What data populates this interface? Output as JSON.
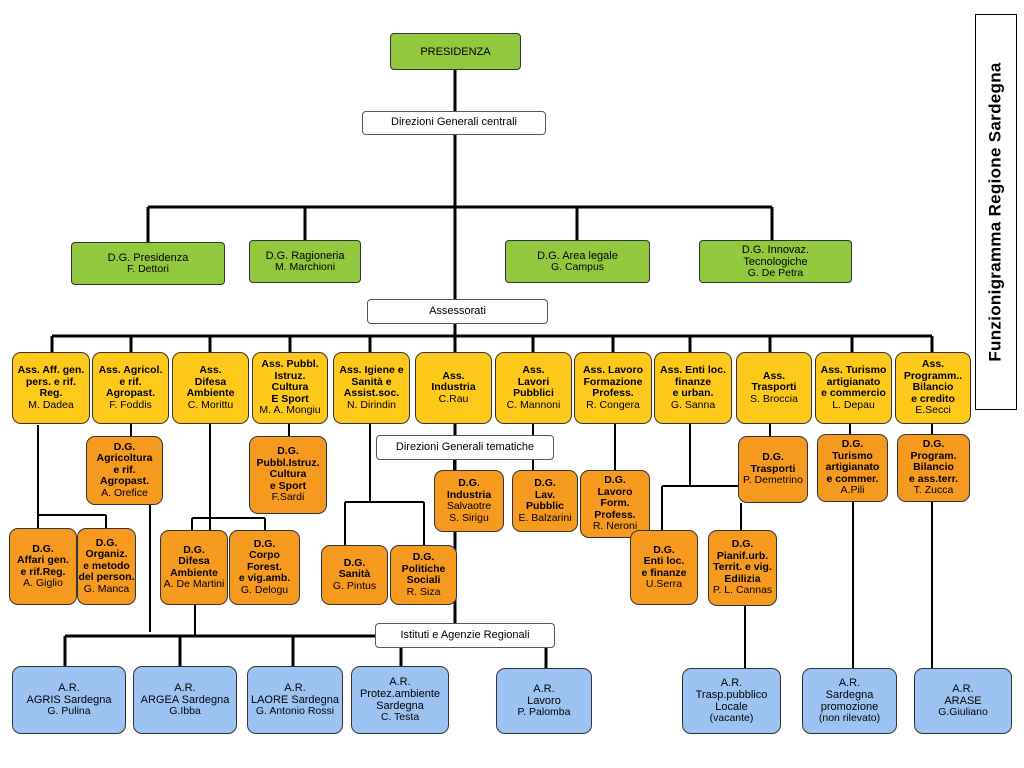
{
  "title": "Funzionigramma Regione Sardegna",
  "presidenza": "PRESIDENZA",
  "labels": {
    "dg_centrali": "Direzioni Generali centrali",
    "assessorati": "Assessorati",
    "dg_tematiche": "Direzioni Generali tematiche",
    "istituti": "Istituti e Agenzie Regionali"
  },
  "dg_centrali": [
    {
      "title": "D.G. Presidenza",
      "name": "F. Dettori"
    },
    {
      "title": "D.G. Ragioneria",
      "name": "M. Marchioni"
    },
    {
      "title": "D.G. Area legale",
      "name": "G. Campus"
    },
    {
      "title": "D.G. Innovaz.\nTecnologiche",
      "name": "G. De Petra"
    }
  ],
  "assessorati": [
    {
      "title": "Ass. Aff. gen.\npers. e rif.\nReg.",
      "name": "M. Dadea"
    },
    {
      "title": "Ass. Agricol.\ne rif.\nAgropast.",
      "name": "F. Foddis"
    },
    {
      "title": "Ass.\nDifesa\nAmbiente",
      "name": "C. Morittu"
    },
    {
      "title": "Ass. Pubbl.\nIstruz.\nCultura\nE Sport",
      "name": "M. A. Mongiu"
    },
    {
      "title": "Ass. Igiene e\nSanità e\nAssist.soc.",
      "name": "N. Dirindin"
    },
    {
      "title": "Ass.\nIndustria",
      "name": "C.Rau"
    },
    {
      "title": "Ass.\nLavori\nPubblici",
      "name": "C. Mannoni"
    },
    {
      "title": "Ass. Lavoro\nFormazione\nProfess.",
      "name": "R. Congera"
    },
    {
      "title": "Ass. Enti loc.\nfinanze\ne urban.",
      "name": "G. Sanna"
    },
    {
      "title": "Ass.\nTrasporti",
      "name": "S. Broccia"
    },
    {
      "title": "Ass. Turismo\nartigianato\ne commercio",
      "name": "L. Depau"
    },
    {
      "title": "Ass.\nProgramm..\nBilancio\ne credito",
      "name": "E.Secci"
    }
  ],
  "dg_tematiche": [
    {
      "title": "D.G.\nAgricoltura\ne rif.\nAgropast.",
      "name": "A. Orefice"
    },
    {
      "title": "D.G.\nPubbl.Istruz.\nCultura\ne Sport",
      "name": "F.Sardi"
    },
    {
      "title": "D.G.\nIndustria",
      "name": "Salvaotre\nS. Sirigu"
    },
    {
      "title": "D.G.\nLav.\nPubblic",
      "name": "E. Balzarini"
    },
    {
      "title": "D.G.\nLavoro\nForm.\nProfess.",
      "name": "R. Neroni"
    },
    {
      "title": "D.G.\nTrasporti",
      "name": "P. Demetrino"
    },
    {
      "title": "D.G.\nTurismo\nartigianato\ne commer.",
      "name": "A.Pili"
    },
    {
      "title": "D.G.\nProgram.\nBilancio\ne ass.terr.",
      "name": "T. Zucca"
    },
    {
      "title": "D.G.\nAffari gen.\ne rif.Reg.",
      "name": "A. Giglio"
    },
    {
      "title": "D.G.\nOrganiz.\ne metodo\ndel person.",
      "name": "G. Manca"
    },
    {
      "title": "D.G.\nDifesa\nAmbiente",
      "name": "A. De Martini"
    },
    {
      "title": "D.G.\nCorpo\nForest.\ne vig.amb.",
      "name": "G. Delogu"
    },
    {
      "title": "D.G.\nSanità",
      "name": "G. Pintus"
    },
    {
      "title": "D.G.\nPolitiche\nSociali",
      "name": "R. Siza"
    },
    {
      "title": "D.G.\nEnti loc.\ne finanze",
      "name": "U.Serra"
    },
    {
      "title": "D.G.\nPianif.urb.\nTerrit. e vig.\nEdilizia",
      "name": "P. L. Cannas"
    }
  ],
  "agenzie": [
    {
      "title": "A.R.\nAGRIS Sardegna",
      "name": "G. Pulina"
    },
    {
      "title": "A.R.\nARGEA Sardegna",
      "name": "G.Ibba"
    },
    {
      "title": "A.R.\nLAORE Sardegna",
      "name": "G. Antonio Rossi"
    },
    {
      "title": "A.R.\nProtez.ambiente\nSardegna",
      "name": "C. Testa"
    },
    {
      "title": "A.R.\nLavoro",
      "name": "P. Palomba"
    },
    {
      "title": "A.R.\nTrasp.pubblico\nLocale",
      "name": "(vacante)"
    },
    {
      "title": "A.R.\nSardegna\npromozione",
      "name": "(non rilevato)"
    },
    {
      "title": "A.R.\nARASE",
      "name": "G.Giuliano"
    }
  ],
  "colors": {
    "green": "#92c83e",
    "yellow": "#ffc91c",
    "orange": "#f59a1e",
    "blue": "#9dc3f2"
  }
}
